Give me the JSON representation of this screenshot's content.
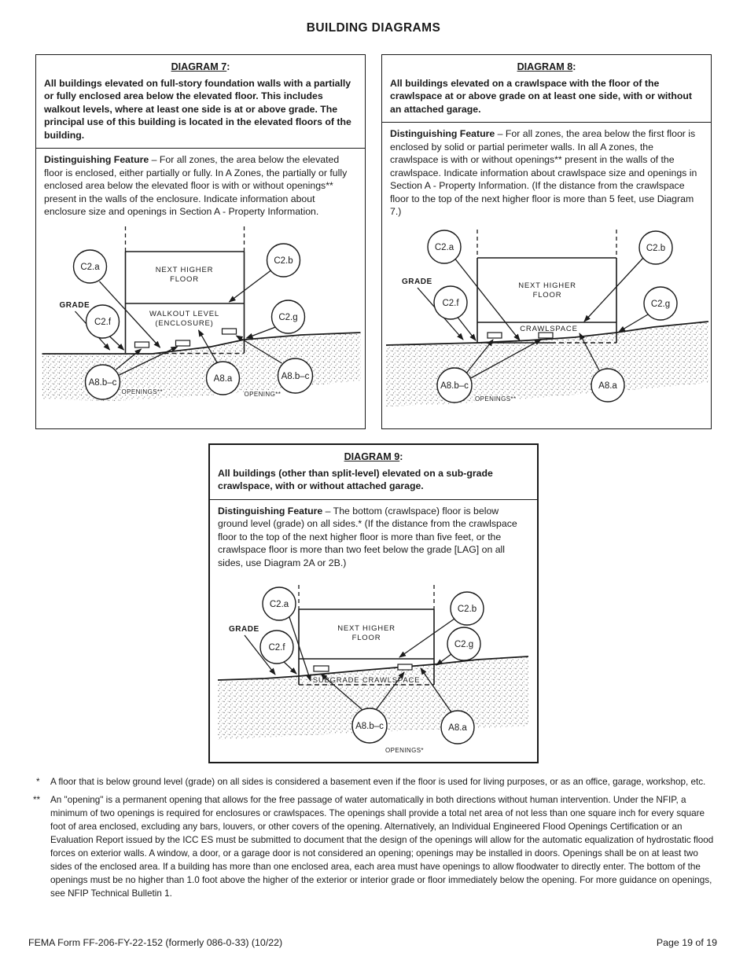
{
  "page": {
    "title": "BUILDING DIAGRAMS",
    "footer": {
      "form_id": "FEMA Form FF-206-FY-22-152 (formerly 086-0-33) (10/22)",
      "page_number": "Page 19 of 19"
    }
  },
  "diagrams": [
    {
      "heading": "DIAGRAM 7",
      "colon": ":",
      "summary": "All buildings elevated on full-story foundation walls with a partially or fully enclosed area below the elevated floor. This includes walkout levels, where at least one side is at or above grade. The principal use of this building is located in the elevated floors of the building.",
      "feature_label": "Distinguishing Feature",
      "feature_text": " – For all zones, the area below the elevated floor is enclosed, either partially or fully. In A Zones, the partially or fully enclosed area below the elevated floor is with or without openings** present in the walls of the enclosure. Indicate information about enclosure size and openings in Section A  - Property Information.",
      "figure": {
        "grade": "GRADE",
        "floor_line1": "NEXT HIGHER",
        "floor_line2": "FLOOR",
        "level_line1": "WALKOUT LEVEL",
        "level_line2": "(ENCLOSURE)",
        "c2a": "C2.a",
        "c2b": "C2.b",
        "c2f": "C2.f",
        "c2g": "C2.g",
        "a8bc_left": "A8.b–c",
        "a8a": "A8.a",
        "a8bc_right": "A8.b–c",
        "openings_left": "OPENINGS**",
        "openings_right": "OPENING**"
      }
    },
    {
      "heading": "DIAGRAM 8",
      "colon": ":",
      "summary": "All buildings elevated on a crawlspace with the floor of the crawlspace at or above grade on at least one side, with or without an attached garage.",
      "feature_label": "Distinguishing Feature",
      "feature_text": " – For all zones, the area below the first floor is enclosed by solid or partial perimeter walls. In all A zones, the crawlspace is with or without openings** present in the walls of the crawlspace. Indicate information about crawlspace size and openings in Section A  - Property Information. (If the distance from the crawlspace floor to the top of the next higher floor is more than 5 feet, use Diagram 7.)",
      "figure": {
        "grade": "GRADE",
        "floor_line1": "NEXT HIGHER",
        "floor_line2": "FLOOR",
        "crawlspace": "CRAWLSPACE",
        "c2a": "C2.a",
        "c2b": "C2.b",
        "c2f": "C2.f",
        "c2g": "C2.g",
        "a8bc": "A8.b–c",
        "a8a": "A8.a",
        "openings": "OPENINGS**"
      }
    },
    {
      "heading": "DIAGRAM 9",
      "colon": ":",
      "summary": "All buildings (other than split-level) elevated on a sub-grade crawlspace, with or without attached garage.",
      "feature_label": "Distinguishing Feature",
      "feature_text": " – The bottom (crawlspace) floor is below ground level (grade) on all sides.* (If the distance from the crawlspace floor to the top of the next higher floor is more than five feet, or the crawlspace floor is more than two feet below the grade [LAG] on all sides, use Diagram 2A or 2B.)",
      "figure": {
        "grade": "GRADE",
        "floor_line1": "NEXT HIGHER",
        "floor_line2": "FLOOR",
        "crawlspace": "SUBGRADE CRAWLSPACE",
        "c2a": "C2.a",
        "c2b": "C2.b",
        "c2f": "C2.f",
        "c2g": "C2.g",
        "a8bc": "A8.b–c",
        "a8a": "A8.a",
        "openings": "OPENINGS*"
      }
    }
  ],
  "footnotes": [
    {
      "marker": "*",
      "text": "A floor that is below ground level (grade) on all sides is considered a basement even if the floor is used for living purposes, or as an office, garage, workshop, etc."
    },
    {
      "marker": "**",
      "text": "An \"opening\" is a permanent opening that allows for the free passage of water automatically in both directions without human intervention. Under the NFIP, a minimum of two openings is required for enclosures or crawlspaces. The openings shall provide a total net area of not less than one square inch for every square foot of area enclosed, excluding any bars, louvers, or other covers of the opening. Alternatively, an Individual Engineered Flood Openings Certification or an Evaluation Report issued by the ICC ES must be submitted to document that the design of the openings will allow for the automatic equalization of hydrostatic flood forces on exterior walls. A window, a door, or a garage door is not considered an opening; openings may be installed in doors. Openings shall be on at least two sides of the enclosed area. If a building has more than one enclosed area, each area must have openings to allow floodwater to directly enter. The bottom of the openings must be no higher than 1.0 foot above the higher of the exterior or interior grade or floor immediately below the opening. For more guidance on openings, see NFIP Technical Bulletin 1."
    }
  ]
}
